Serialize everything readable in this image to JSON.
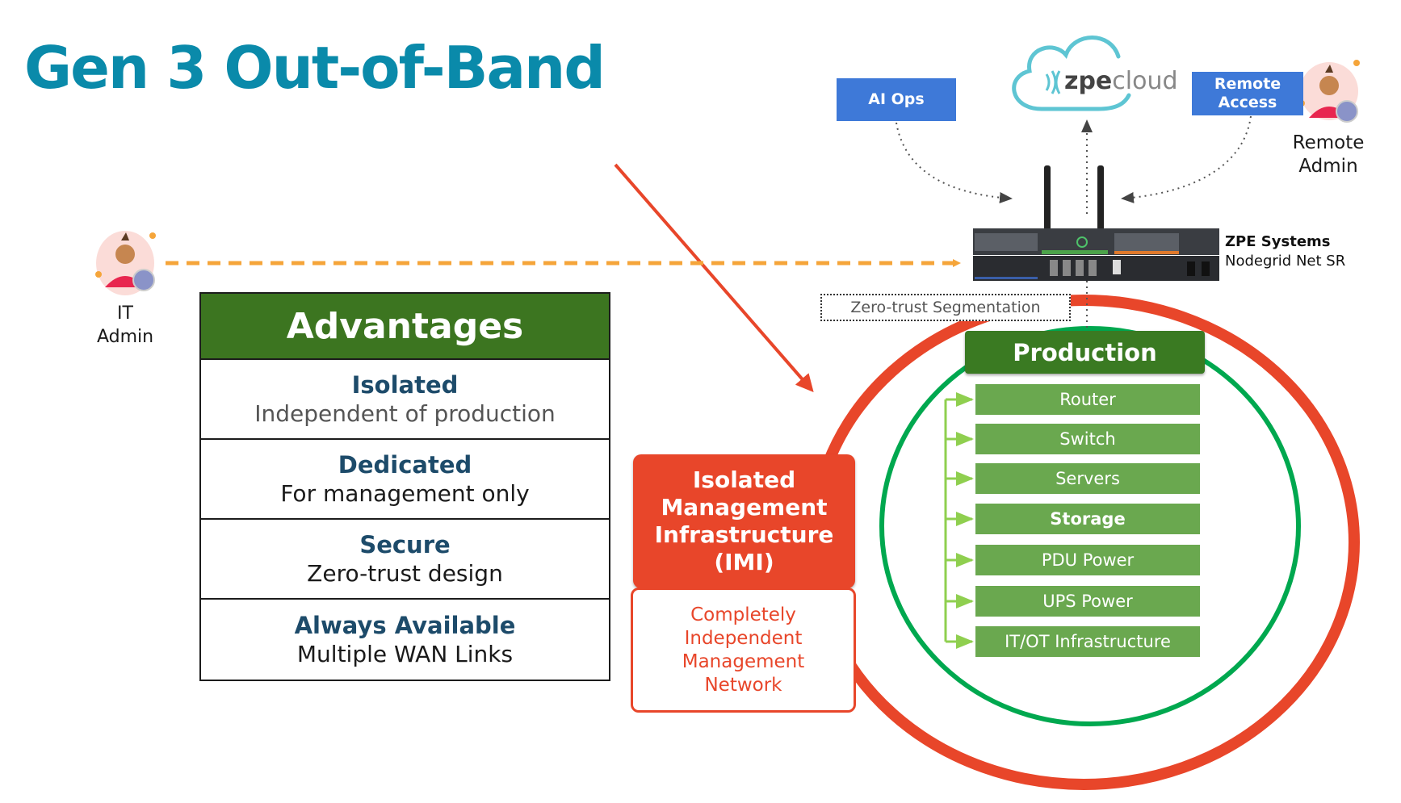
{
  "title": "Gen 3 Out-of-Band",
  "it_admin": {
    "label_line1": "IT",
    "label_line2": "Admin"
  },
  "remote_admin": {
    "label_line1": "Remote",
    "label_line2": "Admin"
  },
  "ai_ops": {
    "label": "AI Ops"
  },
  "remote_access": {
    "label_line1": "Remote",
    "label_line2": "Access"
  },
  "cloud": {
    "brand_bold": "zpe",
    "brand_light": "cloud"
  },
  "device": {
    "vendor": "ZPE Systems",
    "model": "Nodegrid Net SR"
  },
  "zero_trust": {
    "label": "Zero-trust Segmentation"
  },
  "advantages": {
    "header": "Advantages",
    "rows": [
      {
        "title": "Isolated",
        "desc": "Independent of production"
      },
      {
        "title": "Dedicated",
        "desc": "For management only"
      },
      {
        "title": "Secure",
        "desc": "Zero-trust design"
      },
      {
        "title": "Always Available",
        "desc": "Multiple WAN Links"
      }
    ]
  },
  "imi": {
    "line1": "Isolated",
    "line2": "Management",
    "line3": "Infrastructure",
    "line4": "(IMI)",
    "sub_line1": "Completely",
    "sub_line2": "Independent",
    "sub_line3": "Management",
    "sub_line4": "Network"
  },
  "production": {
    "header": "Production",
    "items": [
      "Router",
      "Switch",
      "Servers",
      "Storage",
      "PDU Power",
      "UPS Power",
      "IT/OT  Infrastructure"
    ]
  },
  "colors": {
    "title": "#0a8aaa",
    "adv_header": "#3c7520",
    "adv_title": "#1d4b6a",
    "blue_box": "#3e79d8",
    "imi_red": "#e8462a",
    "prod_header": "#3a7a22",
    "prod_item": "#6aa84f",
    "green_ring": "#00a84f",
    "orange_dash": "#f5a53a",
    "cloud": "#5ec5d3"
  }
}
